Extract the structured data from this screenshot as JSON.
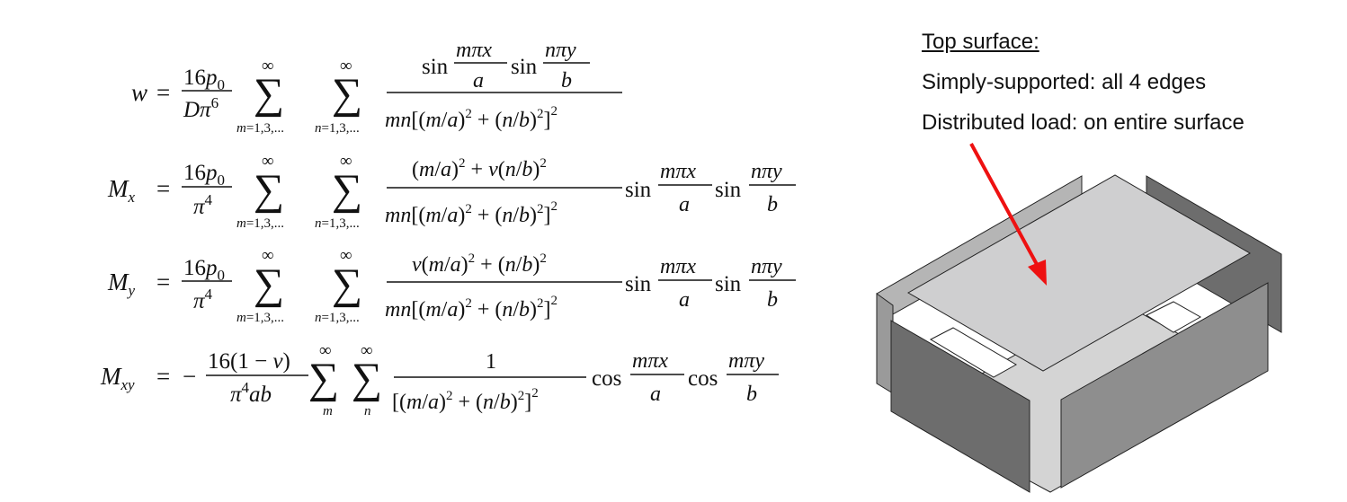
{
  "labels": {
    "title": "Top surface:",
    "support": "Simply-supported: all 4 edges",
    "load": "Distributed load: on entire surface"
  },
  "equations": [
    {
      "lhs": "w",
      "coef_num": "16p₀",
      "coef_den": "Dπ⁶",
      "sum1_top": "∞",
      "sum1_bot": "m=1,3,...",
      "sum2_top": "∞",
      "sum2_bot": "n=1,3,...",
      "num": "sin(mπx/a) sin(nπy/b)",
      "den": "mn[(m/a)² + (n/b)²]²",
      "tail": ""
    },
    {
      "lhs": "Mₓ",
      "coef_num": "16p₀",
      "coef_den": "π⁴",
      "sum1_top": "∞",
      "sum1_bot": "m=1,3,...",
      "sum2_top": "∞",
      "sum2_bot": "n=1,3,...",
      "num": "(m/a)² + ν(n/b)²",
      "den": "mn[(m/a)² + (n/b)²]²",
      "tail": "sin(mπx/a) sin(nπy/b)"
    },
    {
      "lhs": "Mᵧ",
      "coef_num": "16p₀",
      "coef_den": "π⁴",
      "sum1_top": "∞",
      "sum1_bot": "m=1,3,...",
      "sum2_top": "∞",
      "sum2_bot": "n=1,3,...",
      "num": "ν(m/a)² + (n/b)²",
      "den": "mn[(m/a)² + (n/b)²]²",
      "tail": "sin(mπx/a) sin(nπy/b)"
    },
    {
      "lhs": "Mₓᵧ",
      "coef_num": "16(1 − ν)",
      "coef_den": "π⁴ab",
      "sum1_top": "∞",
      "sum1_bot": "m",
      "sum2_top": "∞",
      "sum2_bot": "n",
      "num": "1",
      "den": "[(m/a)² + (n/b)²]²",
      "tail": "cos(mπx/a) cos(mπy/b)"
    }
  ],
  "colors": {
    "arrow": "#ee1111",
    "plate": "#cfcfd0",
    "wall_light": "#c8c8c8",
    "wall_mid": "#8e8e8e",
    "wall_dark": "#6d6d6d"
  }
}
